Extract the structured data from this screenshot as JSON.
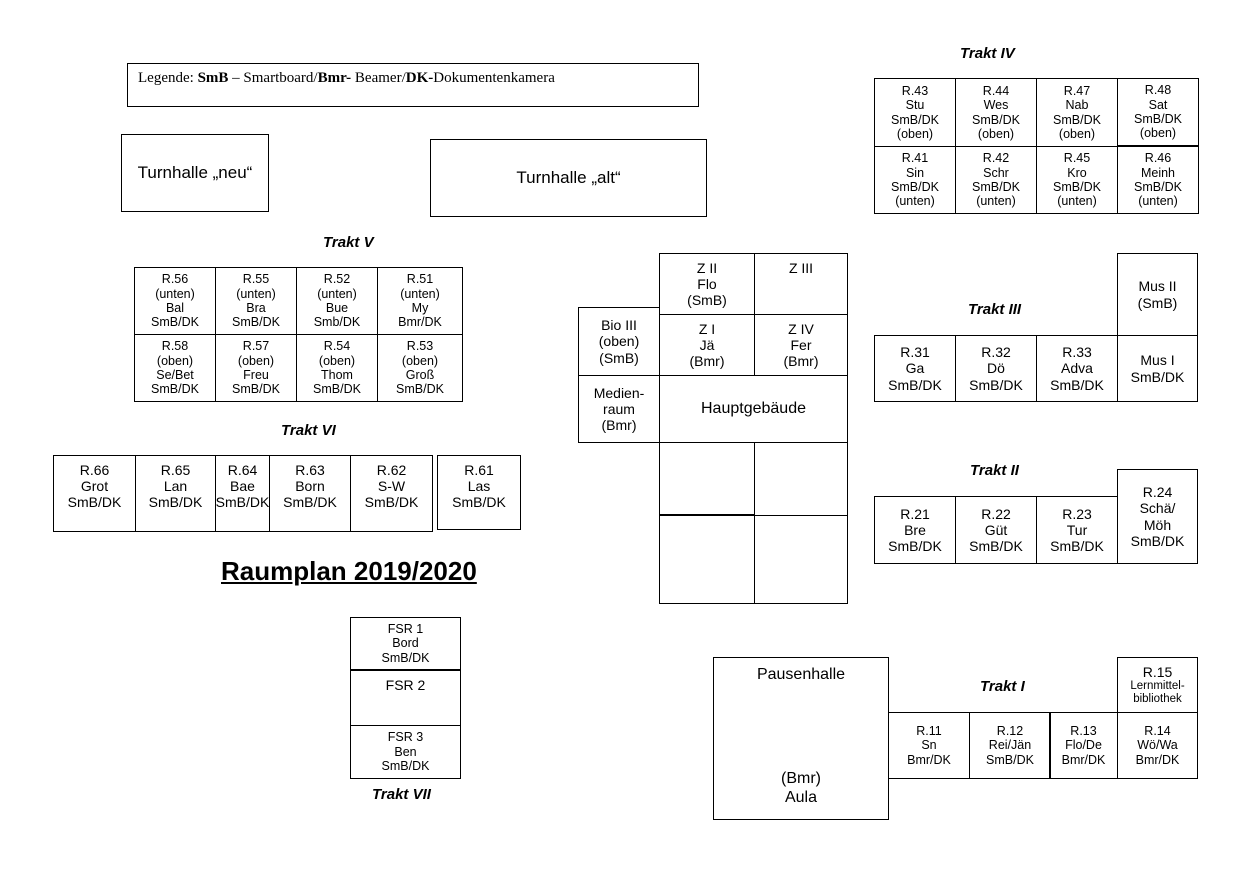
{
  "legend": {
    "prefix": "Legende: ",
    "smb": "SmB",
    "smb_desc": " – Smartboard/",
    "bmr": "Bmr-",
    "bmr_desc": " Beamer/",
    "dk": "DK-",
    "dk_desc": "Dokumentenkamera"
  },
  "heading": "Raumplan 2019/2020",
  "gyms": {
    "new": "Turnhalle „neu“",
    "old": "Turnhalle „alt“"
  },
  "trakt_titles": {
    "t1": "Trakt I",
    "t2": "Trakt II",
    "t3": "Trakt III",
    "t4": "Trakt IV",
    "t5": "Trakt V",
    "t6": "Trakt VI",
    "t7": "Trakt VII"
  },
  "trakt4": {
    "r43": [
      "R.43",
      "Stu",
      "SmB/DK",
      "(oben)"
    ],
    "r44": [
      "R.44",
      "Wes",
      "SmB/DK",
      "(oben)"
    ],
    "r47": [
      "R.47",
      "Nab",
      "SmB/DK",
      "(oben)"
    ],
    "r48": [
      "R.48",
      "Sat",
      "SmB/DK",
      "(oben)"
    ],
    "r41": [
      "R.41",
      "Sin",
      "SmB/DK",
      "(unten)"
    ],
    "r42": [
      "R.42",
      "Schr",
      "SmB/DK",
      "(unten)"
    ],
    "r45": [
      "R.45",
      "Kro",
      "SmB/DK",
      "(unten)"
    ],
    "r46": [
      "R.46",
      "Meinh",
      "SmB/DK",
      "(unten)"
    ]
  },
  "trakt5": {
    "r56": [
      "R.56",
      "(unten)",
      "Bal",
      "SmB/DK"
    ],
    "r55": [
      "R.55",
      "(unten)",
      "Bra",
      "SmB/DK"
    ],
    "r52": [
      "R.52",
      "(unten)",
      "Bue",
      "Smb/DK"
    ],
    "r51": [
      "R.51",
      "(unten)",
      "My",
      "Bmr/DK"
    ],
    "r58": [
      "R.58",
      "(oben)",
      "Se/Bet",
      "SmB/DK"
    ],
    "r57": [
      "R.57",
      "(oben)",
      "Freu",
      "SmB/DK"
    ],
    "r54": [
      "R.54",
      "(oben)",
      "Thom",
      "SmB/DK"
    ],
    "r53": [
      "R.53",
      "(oben)",
      "Groß",
      "SmB/DK"
    ]
  },
  "trakt6": {
    "r66": [
      "R.66",
      "Grot",
      "SmB/DK"
    ],
    "r65": [
      "R.65",
      "Lan",
      "SmB/DK"
    ],
    "r64": [
      "R.64",
      "Bae",
      "SmB/DK"
    ],
    "r63": [
      "R.63",
      "Born",
      "SmB/DK"
    ],
    "r62": [
      "R.62",
      "S-W",
      "SmB/DK"
    ],
    "r61": [
      "R.61",
      "Las",
      "SmB/DK"
    ]
  },
  "main_building": {
    "z2": [
      "Z II",
      "Flo",
      "(SmB)"
    ],
    "z3": [
      "Z III"
    ],
    "z1": [
      "Z I",
      "Jä",
      "(Bmr)"
    ],
    "z4": [
      "Z IV",
      "Fer",
      "(Bmr)"
    ],
    "bio3": [
      "Bio III",
      "(oben)",
      "(SmB)"
    ],
    "media": [
      "Medien-",
      "raum",
      "(Bmr)"
    ],
    "main": "Hauptgebäude"
  },
  "trakt3": {
    "mus2": [
      "Mus II",
      "(SmB)"
    ],
    "r31": [
      "R.31",
      "Ga",
      "SmB/DK"
    ],
    "r32": [
      "R.32",
      "Dö",
      "SmB/DK"
    ],
    "r33": [
      "R.33",
      "Adva",
      "SmB/DK"
    ],
    "mus1": [
      "Mus I",
      "SmB/DK"
    ]
  },
  "trakt2": {
    "r24": [
      "R.24",
      "Schä/",
      "Möh",
      "SmB/DK"
    ],
    "r21": [
      "R.21",
      "Bre",
      "SmB/DK"
    ],
    "r22": [
      "R.22",
      "Güt",
      "SmB/DK"
    ],
    "r23": [
      "R.23",
      "Tur",
      "SmB/DK"
    ]
  },
  "trakt7": {
    "fsr1": [
      "FSR 1",
      "Bord",
      "SmB/DK"
    ],
    "fsr2": "FSR 2",
    "fsr3": [
      "FSR 3",
      "Ben",
      "SmB/DK"
    ]
  },
  "trakt1": {
    "pausenhalle": "Pausenhalle",
    "aula_bmr": "(Bmr)",
    "aula": "Aula",
    "r15": [
      "R.15",
      "Lernmittel-",
      "bibliothek"
    ],
    "r11": [
      "R.11",
      "Sn",
      "Bmr/DK"
    ],
    "r12": [
      "R.12",
      "Rei/Jän",
      "SmB/DK"
    ],
    "r13": [
      "R.13",
      "Flo/De",
      "Bmr/DK"
    ],
    "r14": [
      "R.14",
      "Wö/Wa",
      "Bmr/DK"
    ]
  }
}
